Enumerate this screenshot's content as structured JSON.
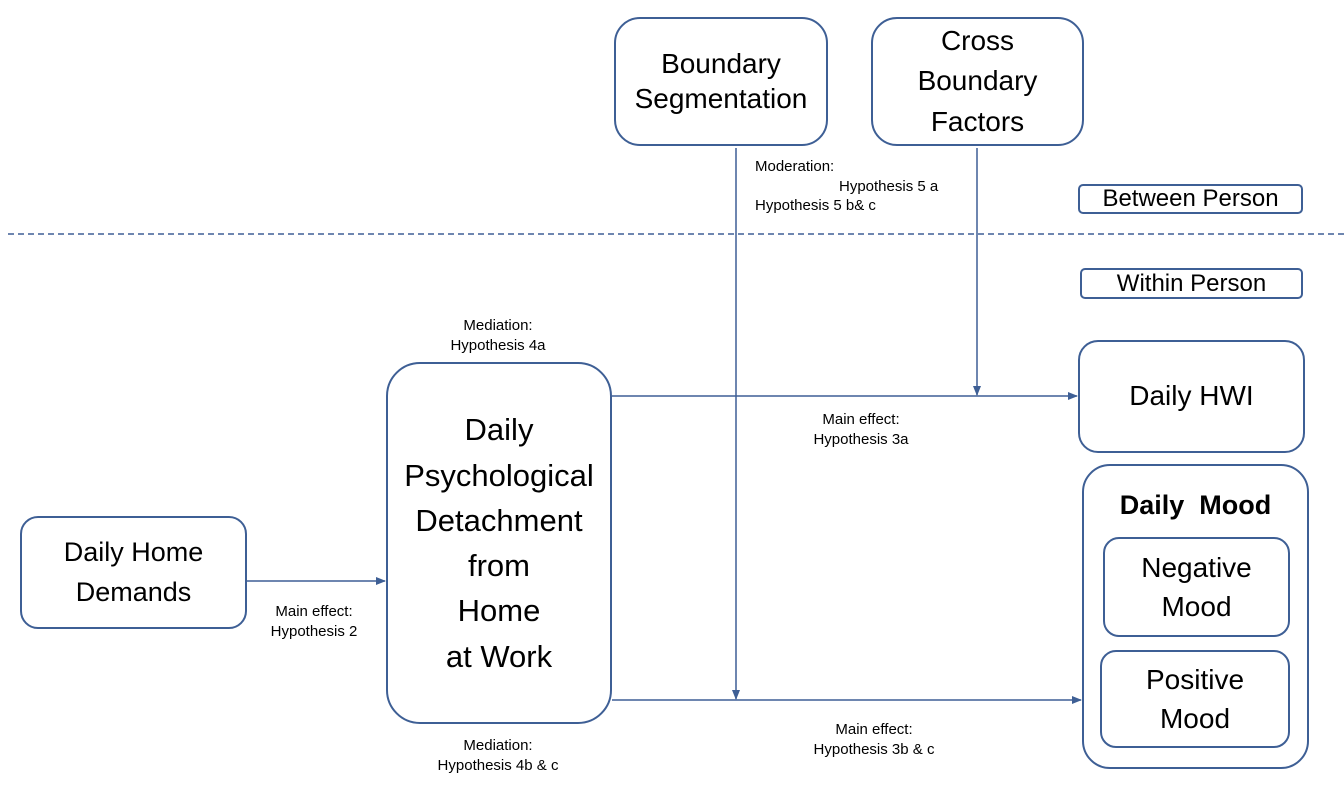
{
  "boxes": {
    "boundary_segmentation": [
      "Boundary",
      "Segmentation"
    ],
    "cross_boundary": [
      "Cross",
      "Boundary",
      "Factors"
    ],
    "home_demands": [
      "Daily Home",
      "Demands"
    ],
    "detachment": [
      "Daily",
      "Psychological",
      "Detachment",
      "from",
      "Home",
      "at Work"
    ],
    "hwi": [
      "Daily HWI"
    ],
    "mood_group_title": "Daily  Mood",
    "negative_mood": [
      "Negative",
      "Mood"
    ],
    "positive_mood": [
      "Positive",
      "Mood"
    ]
  },
  "levels": {
    "between": "Between Person",
    "within": "Within Person"
  },
  "notes": {
    "moderation": [
      "Moderation:",
      "Hypothesis 5 a",
      "Hypothesis 5 b& c"
    ],
    "mediation_top": [
      "Mediation:",
      "Hypothesis 4a"
    ],
    "mediation_bottom": [
      "Mediation:",
      "Hypothesis 4b & c"
    ],
    "main_h2": [
      "Main effect:",
      "Hypothesis 2"
    ],
    "main_h3a": [
      "Main effect:",
      "Hypothesis 3a"
    ],
    "main_h3bc": [
      "Main effect:",
      "Hypothesis 3b & c"
    ]
  },
  "colors": {
    "line": "#3e5f95",
    "dashed": "#3e5f95"
  }
}
